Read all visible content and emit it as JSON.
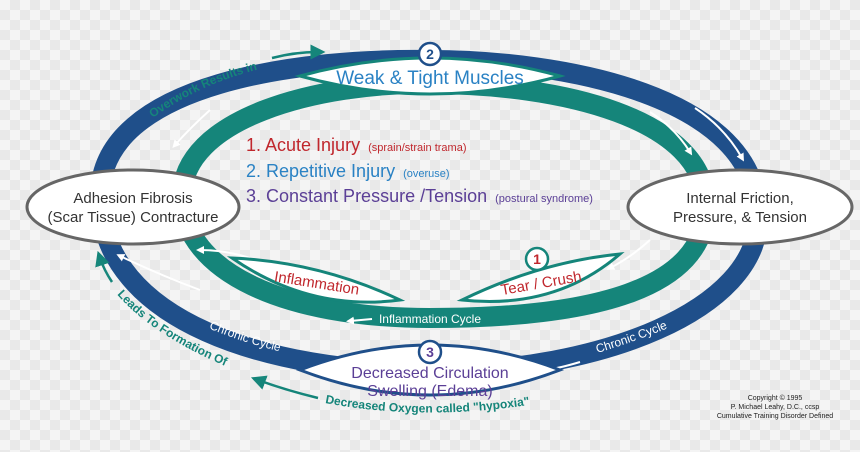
{
  "colors": {
    "blue": "#1f4f8a",
    "teal": "#15857a",
    "red": "#c0272d",
    "sky": "#2a82c4",
    "purple": "#5b3f96"
  },
  "nodes": {
    "left": [
      "Adhesion Fibrosis",
      "(Scar Tissue) Contracture"
    ],
    "right": [
      "Internal Friction,",
      "Pressure, & Tension"
    ],
    "top": "Weak & Tight Muscles",
    "bottom": [
      "Decreased Circulation",
      "Swelling (Edema)"
    ],
    "inflammation": "Inflammation",
    "tear": "Tear / Crush"
  },
  "numbers": {
    "top": "2",
    "tear": "1",
    "bottom": "3"
  },
  "cycles": {
    "inflammation_cycle": "Inflammation Cycle",
    "chronic_left": "Chronic Cycle",
    "chronic_right": "Chronic Cycle"
  },
  "outer_labels": {
    "overwork": "Overwork Results in",
    "leads": "Leads To Formation Of",
    "hypoxia": "Decreased Oxygen called \"hypoxia\""
  },
  "causes": [
    {
      "main": "1. Acute Injury",
      "sub": "(sprain/strain trama)"
    },
    {
      "main": "2. Repetitive Injury",
      "sub": "(overuse)"
    },
    {
      "main": "3. Constant Pressure /Tension",
      "sub": "(postural syndrome)"
    }
  ],
  "copyright": [
    "Copyright © 1995",
    "P. Michael Leahy, D.C., ccsp",
    "Cumulative Training Disorder Defined"
  ]
}
